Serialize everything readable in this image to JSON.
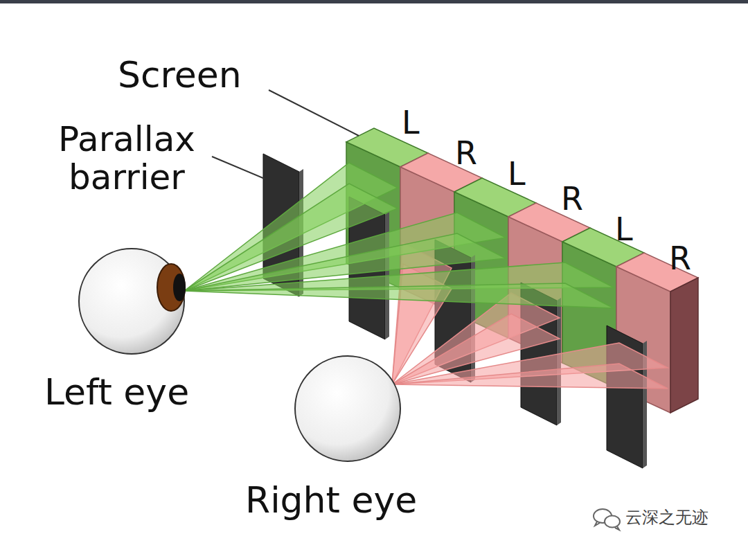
{
  "diagram": {
    "labels": [
      "Screen",
      "Parallax barrier",
      "L",
      "R",
      "L",
      "R",
      "L",
      "R",
      "Left eye",
      "Right eye",
      "云深之无迹"
    ]
  }
}
